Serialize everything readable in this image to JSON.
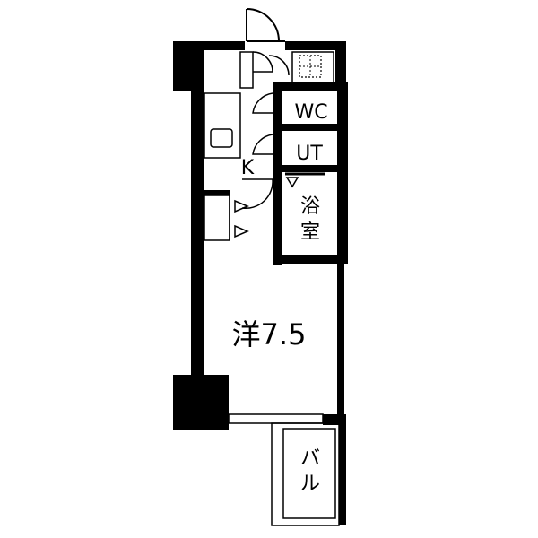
{
  "floorplan": {
    "rooms": {
      "western_room": "洋7.5",
      "kitchen": "K",
      "toilet": "WC",
      "utility": "UT",
      "bath_line1": "浴",
      "bath_line2": "室",
      "balcony_line1": "バ",
      "balcony_line2": "ル"
    }
  }
}
